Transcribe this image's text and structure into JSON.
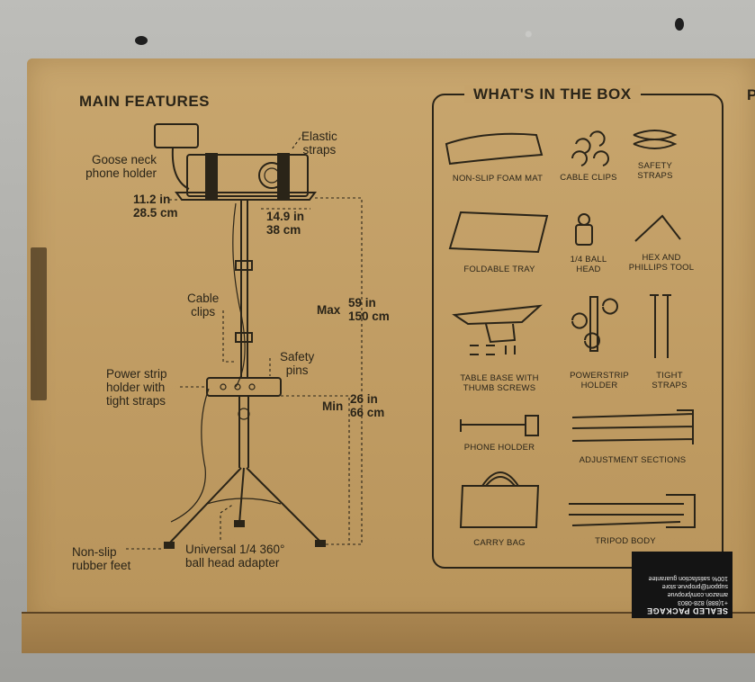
{
  "main_features": {
    "title": "MAIN FEATURES",
    "labels": {
      "elastic_1": "Elastic",
      "elastic_2": "straps",
      "goose_1": "Goose neck",
      "goose_2": "phone holder",
      "dim_w_in": "11.2 in",
      "dim_w_cm": "28.5 cm",
      "dim_d_in": "14.9 in",
      "dim_d_cm": "38 cm",
      "cable_1": "Cable",
      "cable_2": "clips",
      "max": "Max",
      "max_in": "59 in",
      "max_cm": "150 cm",
      "safety_1": "Safety",
      "safety_2": "pins",
      "power_1": "Power strip",
      "power_2": "holder with",
      "power_3": "tight straps",
      "min": "Min",
      "min_in": "26 in",
      "min_cm": "66 cm",
      "feet_1": "Non-slip",
      "feet_2": "rubber feet",
      "ball_1": "Universal 1/4 360°",
      "ball_2": "ball head adapter"
    }
  },
  "whats_in_box": {
    "title": "WHAT'S IN THE BOX",
    "items": {
      "foam_mat": "NON-SLIP FOAM MAT",
      "cable_clips": "CABLE CLIPS",
      "safety_straps_1": "SAFETY",
      "safety_straps_2": "STRAPS",
      "tray": "FOLDABLE TRAY",
      "ball_head_1": "1/4 BALL",
      "ball_head_2": "HEAD",
      "hex_1": "HEX AND",
      "hex_2": "PHILLIPS TOOL",
      "table_base_1": "TABLE BASE WITH",
      "table_base_2": "THUMB SCREWS",
      "powerstrip_1": "POWERSTRIP",
      "powerstrip_2": "HOLDER",
      "tight_1": "TIGHT",
      "tight_2": "STRAPS",
      "phone_holder": "PHONE HOLDER",
      "adjustment": "ADJUSTMENT SECTIONS",
      "carry_bag": "CARRY BAG",
      "tripod_body": "TRIPOD BODY"
    }
  },
  "side_panel_partial": "P",
  "sticker": {
    "head": "SEALED PACKAGE",
    "line1": "+1(888) 828-0803",
    "line2": "amazon.com/propvue",
    "line3": "support@propvue.store",
    "line4": "100% satisfaction guarantee"
  },
  "colors": {
    "cardboard": "#c6a36b",
    "ink": "#2a2418",
    "sticker": "#141414"
  }
}
